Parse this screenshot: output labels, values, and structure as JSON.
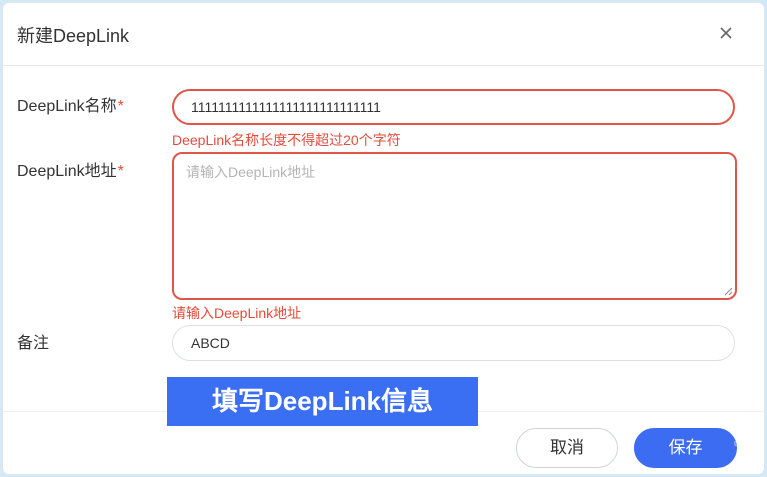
{
  "dialog": {
    "title": "新建DeepLink",
    "close_icon": "close-icon"
  },
  "form": {
    "name": {
      "label": "DeepLink名称",
      "required_mark": "*",
      "value": "1111111111111111111111111111",
      "error": "DeepLink名称长度不得超过20个字符"
    },
    "url": {
      "label": "DeepLink地址",
      "required_mark": "*",
      "placeholder": "请输入DeepLink地址",
      "error": "请输入DeepLink地址"
    },
    "remark": {
      "label": "备注",
      "value": "ABCD"
    }
  },
  "banner": {
    "text": "填写DeepLink信息"
  },
  "footer": {
    "cancel_label": "取消",
    "save_label": "保存"
  },
  "watermark": {
    "line1": "自",
    "line2": "uxuon.r"
  },
  "colors": {
    "accent": "#3c6cf2",
    "error": "#e34d3b",
    "backdrop": "#d6e8f4"
  }
}
